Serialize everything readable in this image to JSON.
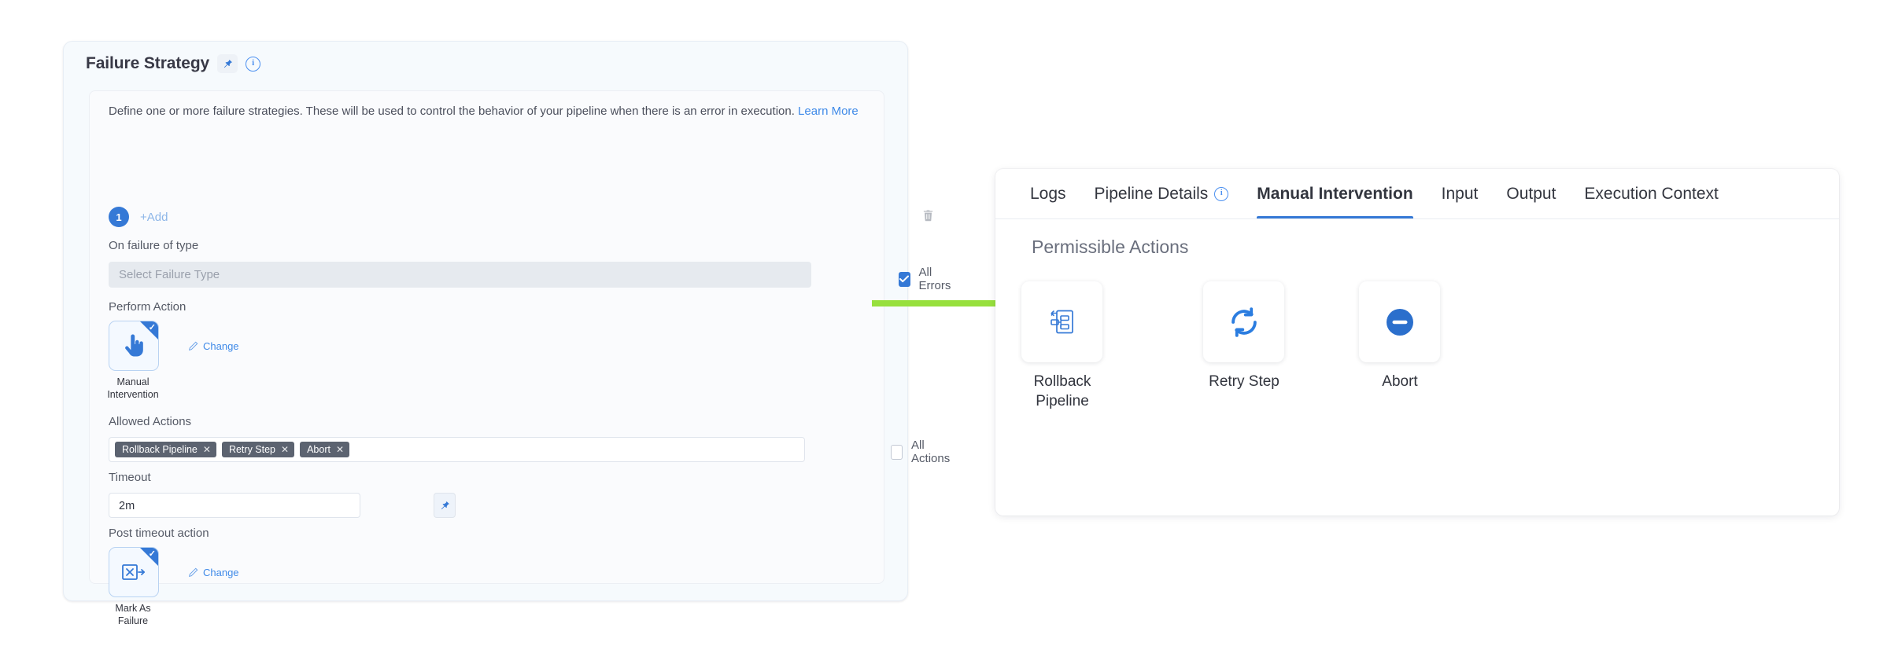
{
  "failure_strategy": {
    "title": "Failure Strategy",
    "pin_icon": "pin-icon",
    "info_icon": "info-circle-icon",
    "description": "Define one or more failure strategies. These will be used to control the behavior of your pipeline when there is an error in execution.",
    "learn_more": "Learn More",
    "strategy_index": "1",
    "add_label": "+Add",
    "delete_icon": "trash-icon",
    "on_failure_of_type": {
      "label": "On failure of type",
      "placeholder": "Select Failure Type",
      "value": ""
    },
    "all_errors": {
      "label": "All Errors",
      "checked": true
    },
    "perform_action": {
      "label": "Perform Action",
      "selected_icon": "manual-intervention-hand-icon",
      "selected_name": "Manual\nIntervention",
      "selected_name_line1": "Manual",
      "selected_name_line2": "Intervention",
      "change_label": "Change",
      "change_icon": "pencil-icon"
    },
    "allowed_actions": {
      "label": "Allowed Actions",
      "chips": [
        "Rollback Pipeline",
        "Retry Step",
        "Abort"
      ],
      "remove_icon": "x-icon"
    },
    "all_actions": {
      "label": "All Actions",
      "checked": false
    },
    "timeout": {
      "label": "Timeout",
      "value": "2m",
      "pin_icon": "pin-icon"
    },
    "post_timeout_action": {
      "label": "Post timeout action",
      "selected_icon": "mark-as-failure-icon",
      "selected_name_line1": "Mark As",
      "selected_name_line2": "Failure",
      "change_label": "Change",
      "change_icon": "pencil-icon"
    }
  },
  "details_panel": {
    "tabs": [
      {
        "label": "Logs",
        "active": false,
        "has_info_icon": false
      },
      {
        "label": "Pipeline Details",
        "active": false,
        "has_info_icon": true
      },
      {
        "label": "Manual Intervention",
        "active": true,
        "has_info_icon": false
      },
      {
        "label": "Input",
        "active": false,
        "has_info_icon": false
      },
      {
        "label": "Output",
        "active": false,
        "has_info_icon": false
      },
      {
        "label": "Execution Context",
        "active": false,
        "has_info_icon": false
      }
    ],
    "permissible_actions_title": "Permissible Actions",
    "actions": [
      {
        "label_line1": "Rollback",
        "label_line2": "Pipeline",
        "icon": "rollback-pipeline-icon"
      },
      {
        "label_line1": "Retry Step",
        "label_line2": "",
        "icon": "retry-step-refresh-icon"
      },
      {
        "label_line1": "Abort",
        "label_line2": "",
        "icon": "abort-minus-circle-icon"
      }
    ]
  },
  "annotation": {
    "arrow_icon": "green-right-arrow",
    "arrow_color": "#97e03d"
  },
  "colors": {
    "accent_blue": "#3579d6",
    "link_blue": "#3f8ae8",
    "chip_gray": "#5c6370",
    "card_bg": "#f6fafd",
    "panel_bg": "#ffffff"
  }
}
